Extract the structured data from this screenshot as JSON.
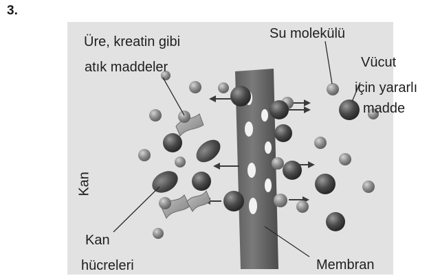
{
  "question_number": "3.",
  "labels": {
    "waste_line1": "Üre, kreatin gibi",
    "waste_line2": "atık maddeler",
    "water": "Su molekülü",
    "useful_line1": "Vücut",
    "useful_line2": "için yararlı",
    "useful_line3": "madde",
    "blood": "Kan",
    "blood_cells_line1": "Kan",
    "blood_cells_line2": "hücreleri",
    "membrane": "Membran"
  },
  "colors": {
    "photo_background": "#e2e2e2",
    "membrane": "#6a6a6a",
    "water_molecule": "#8c8c8c",
    "useful_substance": "#4a4a4a",
    "blood_cell": "#505050",
    "waste": "#9a9a9a"
  }
}
